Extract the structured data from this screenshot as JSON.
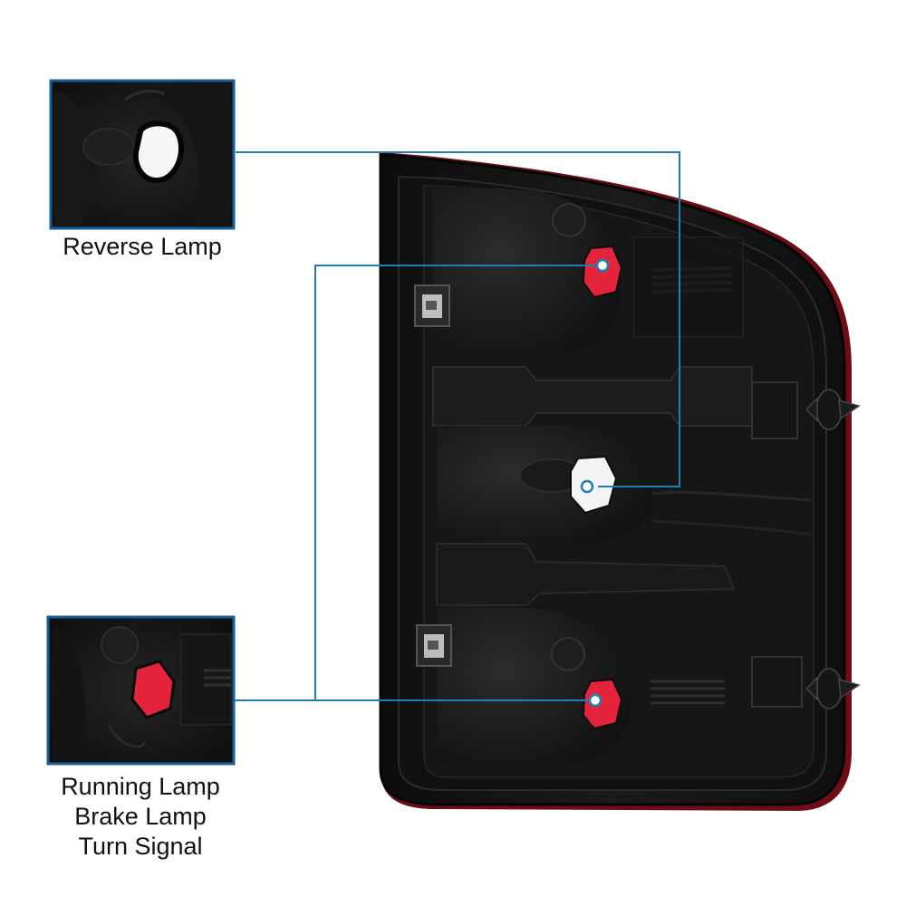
{
  "callouts": {
    "reverse": {
      "label": "Reverse Lamp"
    },
    "combo": {
      "labels": [
        "Running Lamp",
        "Brake Lamp",
        "Turn Signal"
      ]
    }
  },
  "colors": {
    "callout_line": "#1f7fb3",
    "frame_border": "#1a5e96",
    "housing": "#141414",
    "red_trim": "#7a0f16",
    "red_socket": "#e4243a",
    "white_socket": "#f4f4f4"
  }
}
